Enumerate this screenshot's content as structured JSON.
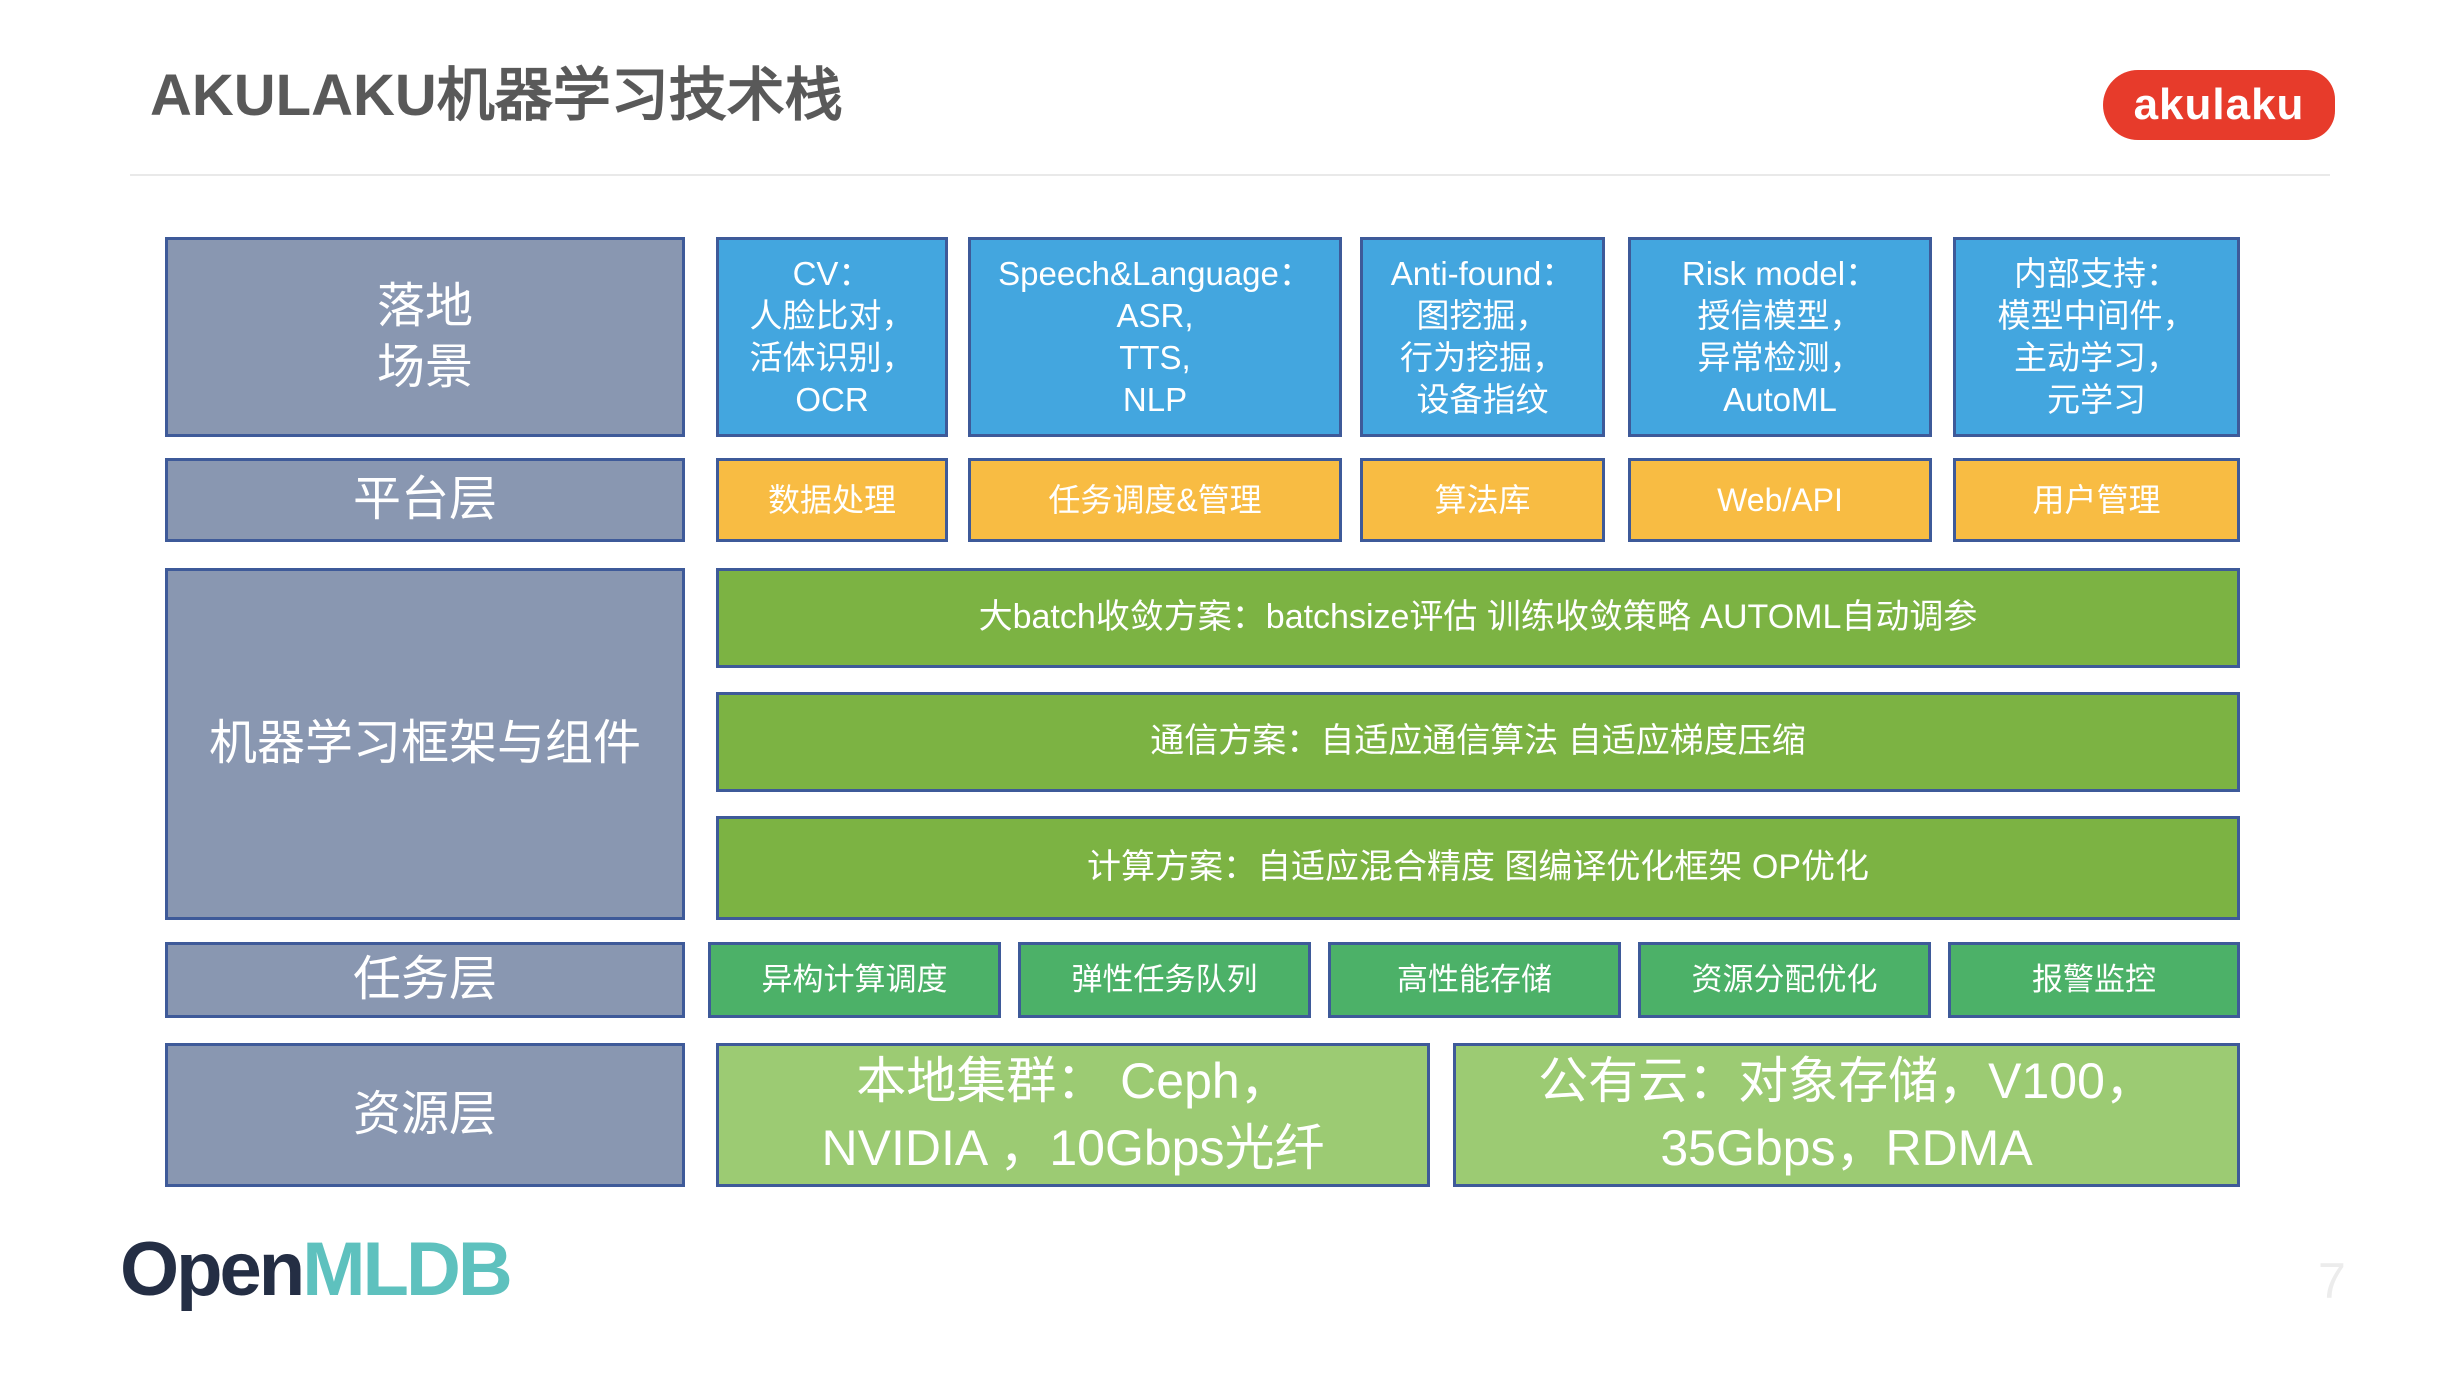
{
  "header": {
    "title": "AKULAKU机器学习技术栈",
    "logo_text": "akulaku"
  },
  "diagram": {
    "rows": [
      {
        "id": "landing",
        "label": "落地\n场景",
        "boxes": [
          "CV：\n人脸比对，\n活体识别，\nOCR",
          "Speech&Language：\nASR,\nTTS,\nNLP",
          "Anti-found：\n图挖掘，\n行为挖掘，\n设备指纹",
          "Risk model：\n授信模型，\n异常检测，\nAutoML",
          "内部支持：\n模型中间件，\n主动学习，\n元学习"
        ]
      },
      {
        "id": "platform",
        "label": "平台层",
        "boxes": [
          "数据处理",
          "任务调度&管理",
          "算法库",
          "Web/API",
          "用户管理"
        ]
      },
      {
        "id": "framework",
        "label": "机器学习框架与组件",
        "bars": [
          "大batch收敛方案：batchsize评估 训练收敛策略 AUTOML自动调参",
          "通信方案：自适应通信算法 自适应梯度压缩",
          "计算方案：自适应混合精度 图编译优化框架 OP优化"
        ]
      },
      {
        "id": "task",
        "label": "任务层",
        "boxes": [
          "异构计算调度",
          "弹性任务队列",
          "高性能存储",
          "资源分配优化",
          "报警监控"
        ]
      },
      {
        "id": "resource",
        "label": "资源层",
        "boxes": [
          "本地集群： Ceph，\nNVIDIA ，10Gbps光纤",
          "公有云：对象存储，V100，\n35Gbps，RDMA"
        ]
      }
    ]
  },
  "footer": {
    "brand_open": "Open",
    "brand_mldb": "MLDB",
    "page_number": "7"
  },
  "colors": {
    "accent-red": "#E73B2B",
    "title-gray": "#595959",
    "slate": "#8997B1",
    "blue": "#43A6DF",
    "orange": "#F8BC43",
    "olive": "#7CB343",
    "green": "#4CB168",
    "light-green": "#9CCB73",
    "border-navy": "#3E5A99",
    "navy-dark": "#242E44",
    "teal": "#5EC1BE"
  }
}
